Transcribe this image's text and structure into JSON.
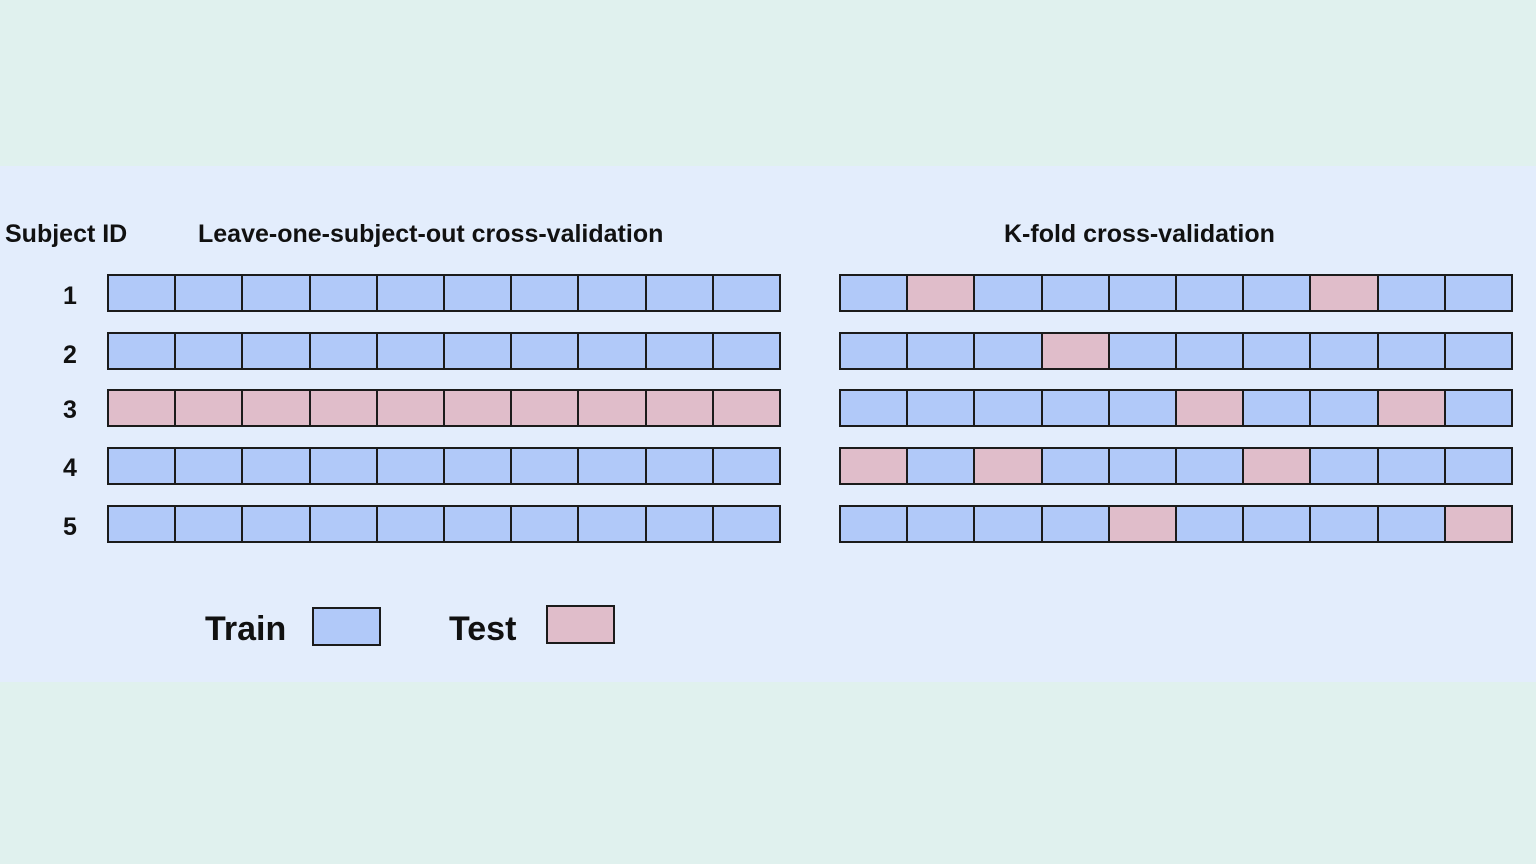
{
  "headers": {
    "subject_id": "Subject ID",
    "loso": "Leave-one-subject-out cross-validation",
    "kfold": "K-fold cross-validation"
  },
  "subjects": [
    "1",
    "2",
    "3",
    "4",
    "5"
  ],
  "loso_rows": [
    [
      "train",
      "train",
      "train",
      "train",
      "train",
      "train",
      "train",
      "train",
      "train",
      "train"
    ],
    [
      "train",
      "train",
      "train",
      "train",
      "train",
      "train",
      "train",
      "train",
      "train",
      "train"
    ],
    [
      "test",
      "test",
      "test",
      "test",
      "test",
      "test",
      "test",
      "test",
      "test",
      "test"
    ],
    [
      "train",
      "train",
      "train",
      "train",
      "train",
      "train",
      "train",
      "train",
      "train",
      "train"
    ],
    [
      "train",
      "train",
      "train",
      "train",
      "train",
      "train",
      "train",
      "train",
      "train",
      "train"
    ]
  ],
  "kfold_rows": [
    [
      "train",
      "test",
      "train",
      "train",
      "train",
      "train",
      "train",
      "test",
      "train",
      "train"
    ],
    [
      "train",
      "train",
      "train",
      "test",
      "train",
      "train",
      "train",
      "train",
      "train",
      "train"
    ],
    [
      "train",
      "train",
      "train",
      "train",
      "train",
      "test",
      "train",
      "train",
      "test",
      "train"
    ],
    [
      "test",
      "train",
      "test",
      "train",
      "train",
      "train",
      "test",
      "train",
      "train",
      "train"
    ],
    [
      "train",
      "train",
      "train",
      "train",
      "test",
      "train",
      "train",
      "train",
      "train",
      "test"
    ]
  ],
  "legend": {
    "train_label": "Train",
    "test_label": "Test"
  },
  "colors": {
    "train": "#b1c9f9",
    "test": "#e0bdca",
    "border": "#1b1b1b",
    "panel_background": "#e3edfc",
    "page_background": "#e0f1ee"
  }
}
